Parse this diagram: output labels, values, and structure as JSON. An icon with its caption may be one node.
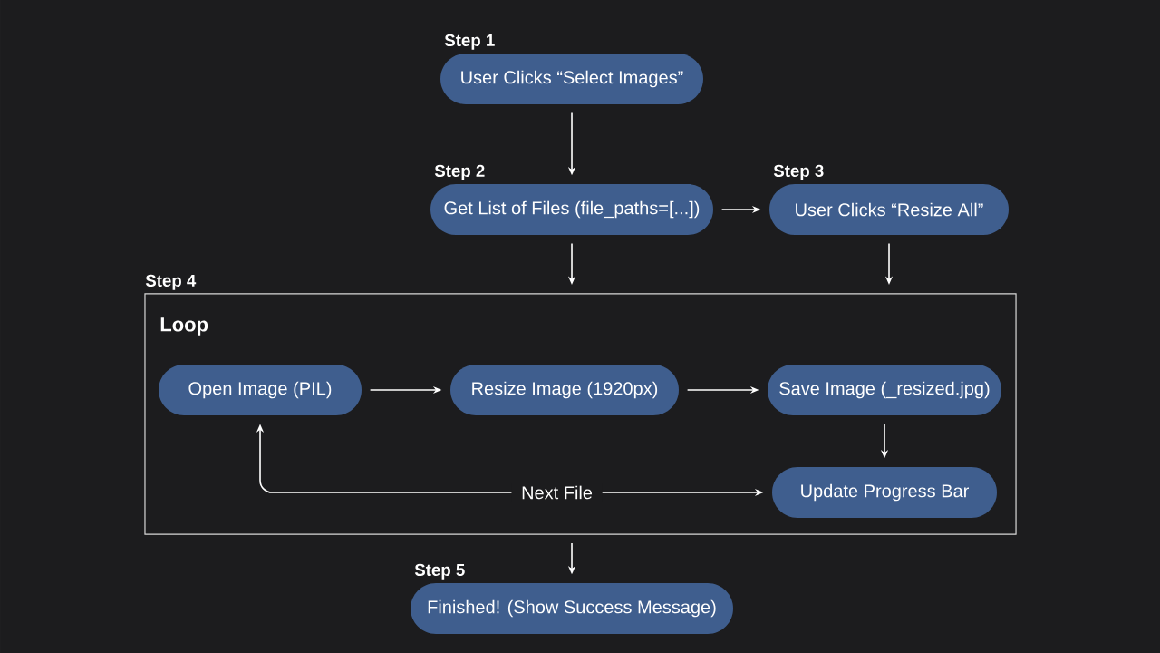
{
  "diagram": {
    "nodes": [
      {
        "text": [
          "Step 1",
          "User Clicks “Select Images”"
        ]
      },
      {
        "text": [
          "Step 2",
          "Get List of Files (file_paths=[...])"
        ]
      },
      {
        "text": [
          "Step 3",
          "User Clicks “Resize All”"
        ]
      },
      {
        "text": [
          "Step 4",
          "Loop"
        ]
      },
      {
        "text": [
          "Open Image (PIL)"
        ],
        "in": 3
      },
      {
        "text": [
          "Resize Image (1920px)"
        ],
        "in": 3
      },
      {
        "text": [
          "Save Image (_resized.jpg)"
        ],
        "in": 3
      },
      {
        "text": [
          "Update Progress Bar"
        ],
        "in": 3
      },
      {
        "text": [
          "Step 5",
          "Finished! (Show Success Message)"
        ]
      }
    ],
    "edges": [
      {
        "from": 0,
        "to": 1,
        "arrow": "to"
      },
      {
        "from": 1,
        "to": 2,
        "arrow": "to"
      },
      {
        "from": 1,
        "to": 3,
        "arrow": "to"
      },
      {
        "from": 2,
        "to": 3,
        "arrow": "to"
      },
      {
        "from": 4,
        "to": 5,
        "arrow": "to"
      },
      {
        "from": 5,
        "to": 6,
        "arrow": "to"
      },
      {
        "from": 6,
        "to": 7,
        "arrow": "to"
      },
      {
        "from": 7,
        "to": 4,
        "arrow": "both",
        "label": "Next File"
      },
      {
        "from": 3,
        "to": 8,
        "arrow": "to"
      }
    ]
  }
}
